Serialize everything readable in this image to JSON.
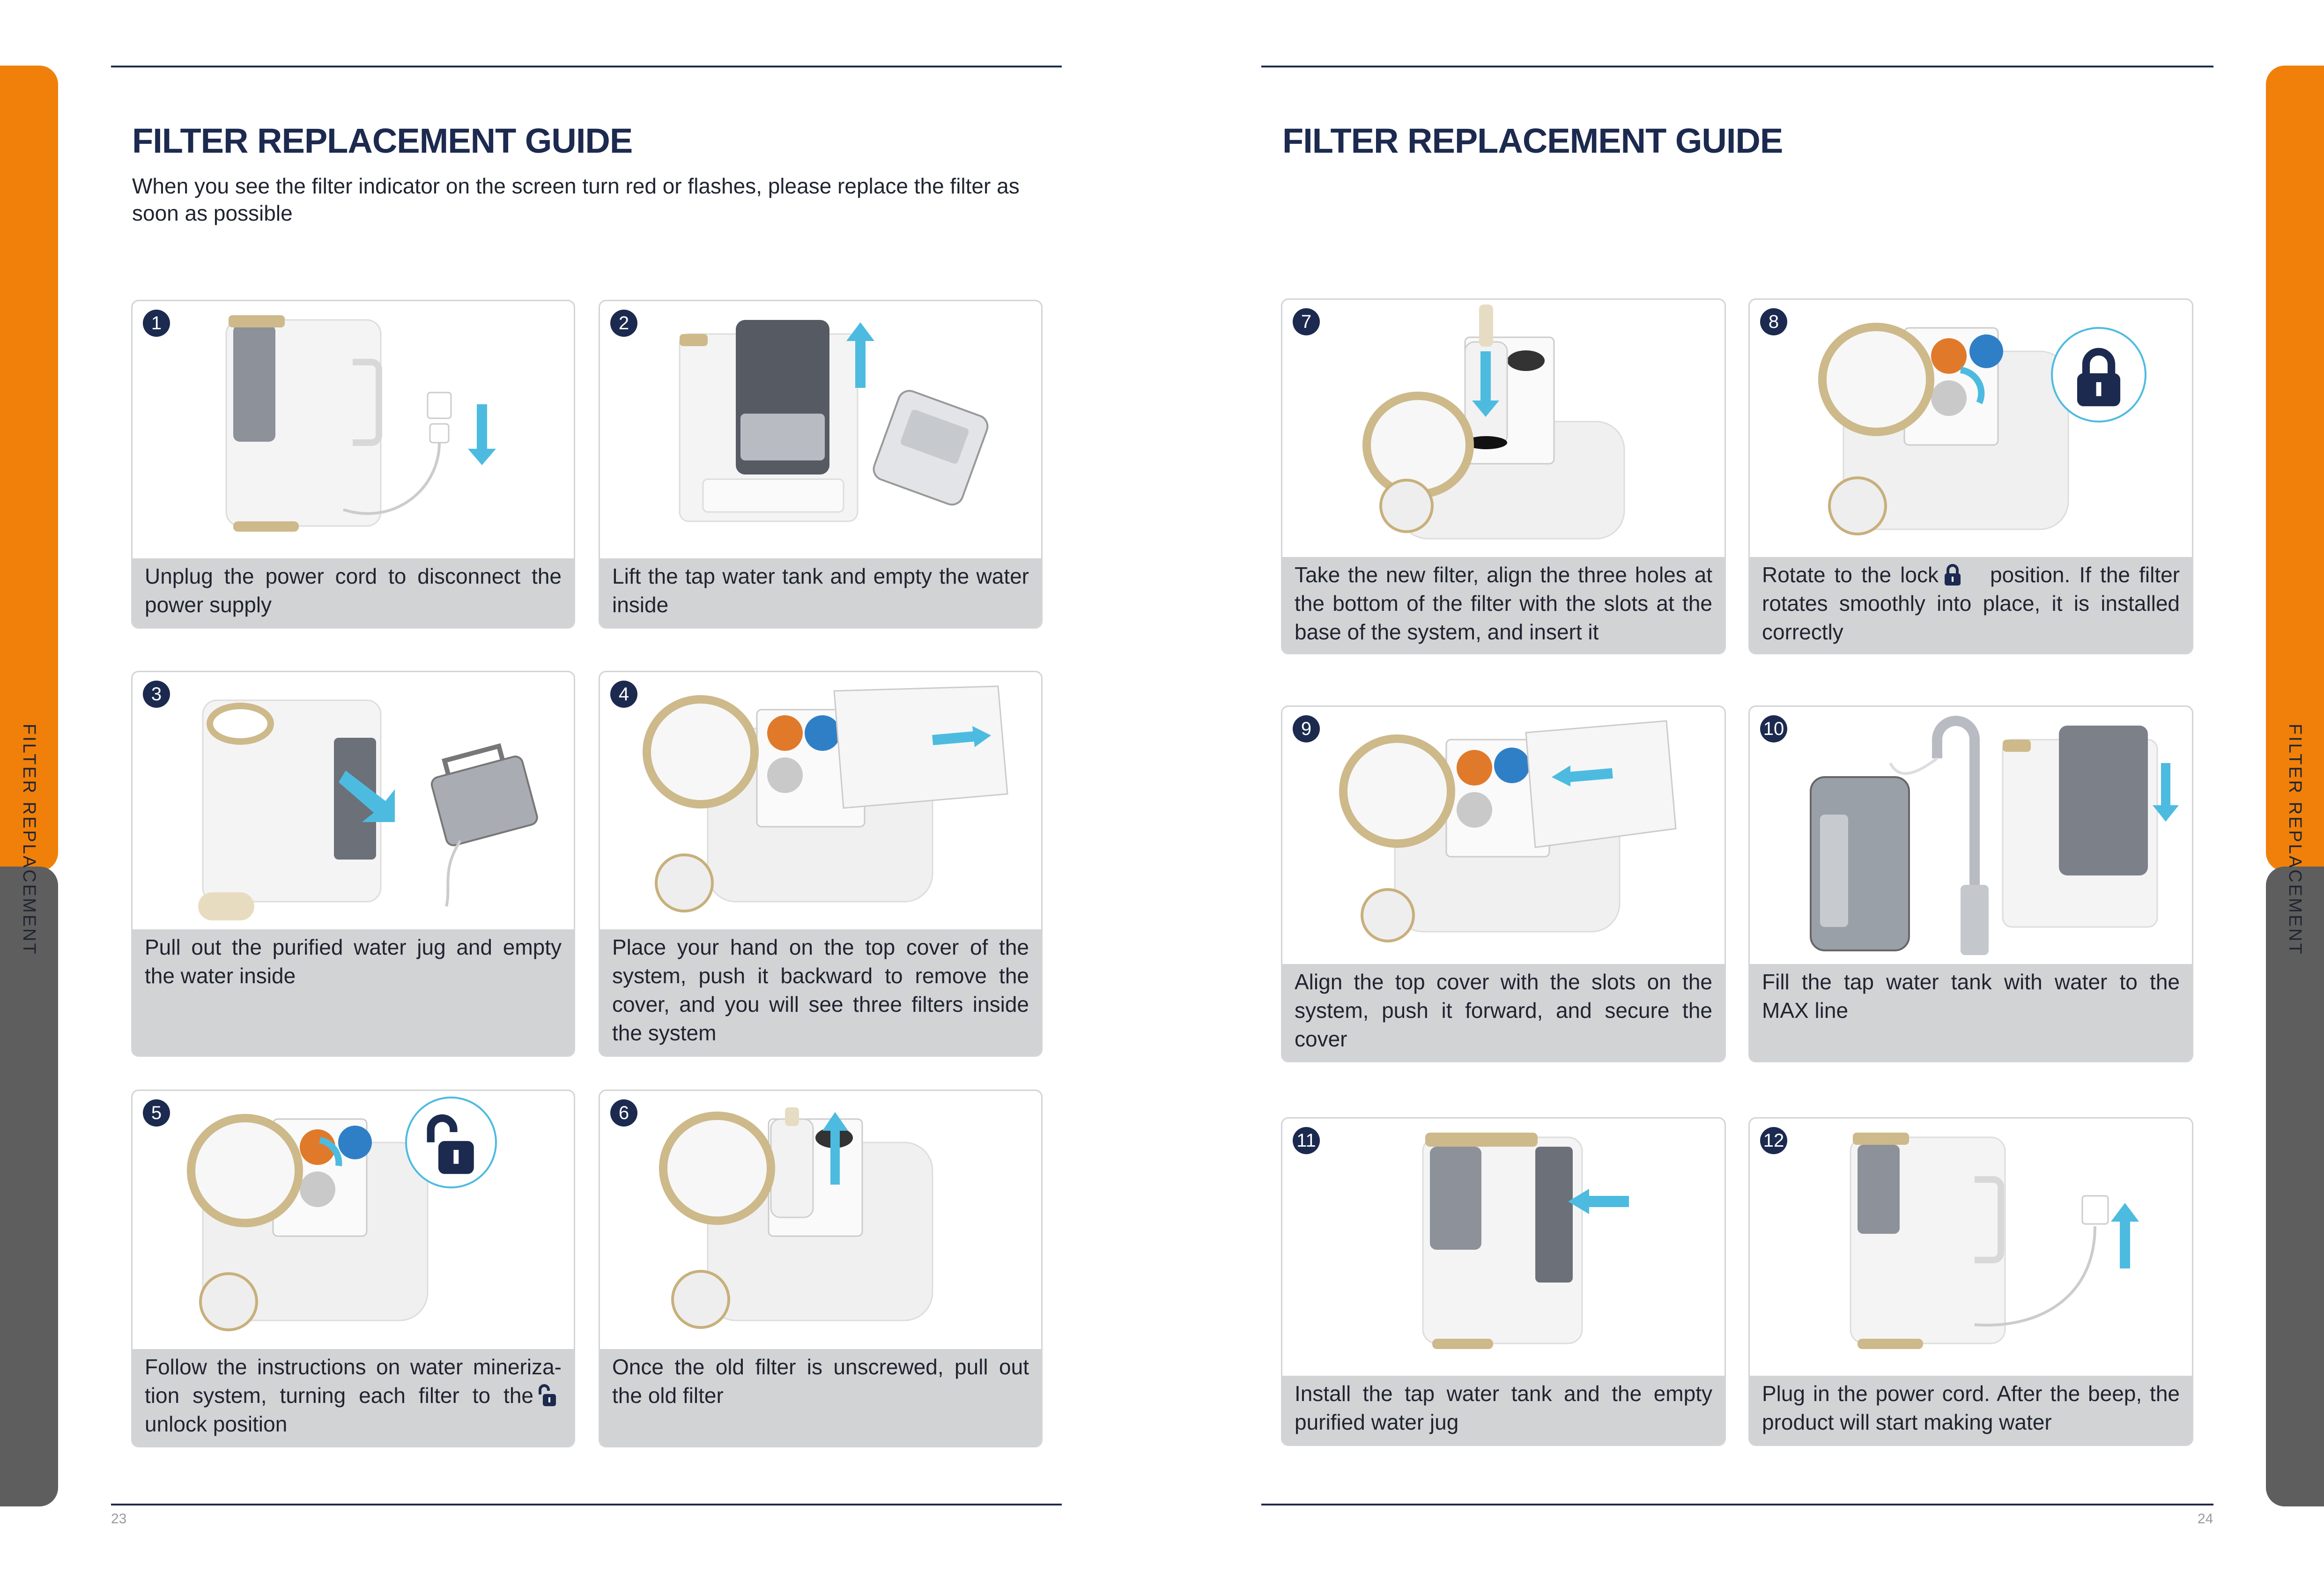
{
  "left_page": {
    "title": "FILTER REPLACEMENT GUIDE",
    "intro": "When you see the filter indicator on the screen turn red or flashes, please replace the filter as soon as possible",
    "page_number": "23",
    "side_tab": "FILTER REPLACEMENT"
  },
  "right_page": {
    "title": "FILTER REPLACEMENT GUIDE",
    "page_number": "24",
    "side_tab": "FILTER REPLACEMENT"
  },
  "steps": [
    {
      "number": "1",
      "caption": "Unplug the power cord to disconnect the power supply"
    },
    {
      "number": "2",
      "caption": "Lift the tap water tank and empty the water inside"
    },
    {
      "number": "3",
      "caption": "Pull out the purified water jug and empty the water inside"
    },
    {
      "number": "4",
      "caption": "Place your hand on the top cover of the system, push it backward to remove the cover, and you will see three filters inside the system"
    },
    {
      "number": "5",
      "caption_before": "Follow the instructions on water mineriza- tion system, turning each filter to the",
      "caption_after": "unlock position"
    },
    {
      "number": "6",
      "caption": "Once the old filter is unscrewed, pull out the old filter"
    },
    {
      "number": "7",
      "caption": "Take the new filter, align the three holes at the bottom of the filter with the slots at the base of the system, and insert it"
    },
    {
      "number": "8",
      "caption_before": "Rotate to the lock",
      "caption_after": "position. If the filter rotates smoothly into place, it is installed correctly"
    },
    {
      "number": "9",
      "caption": "Align the top cover with the slots on the system, push it forward, and secure the cover"
    },
    {
      "number": "10",
      "caption": "Fill the tap water tank with water to the MAX line"
    },
    {
      "number": "11",
      "caption": "Install the tap water tank and the empty purified water jug"
    },
    {
      "number": "12",
      "caption": "Plug in the power cord. After the beep, the product will start making water"
    }
  ],
  "icons": {
    "step5_inline": "unlock-icon",
    "step8_inline": "lock-icon",
    "arrow": "arrow-icon"
  },
  "colors": {
    "navy": "#1c2a4f",
    "orange_tab": "#f0800a",
    "grey_tab": "#5e5e5e",
    "caption_bg": "#d2d3d5",
    "arrow_blue": "#4dbbe0"
  }
}
